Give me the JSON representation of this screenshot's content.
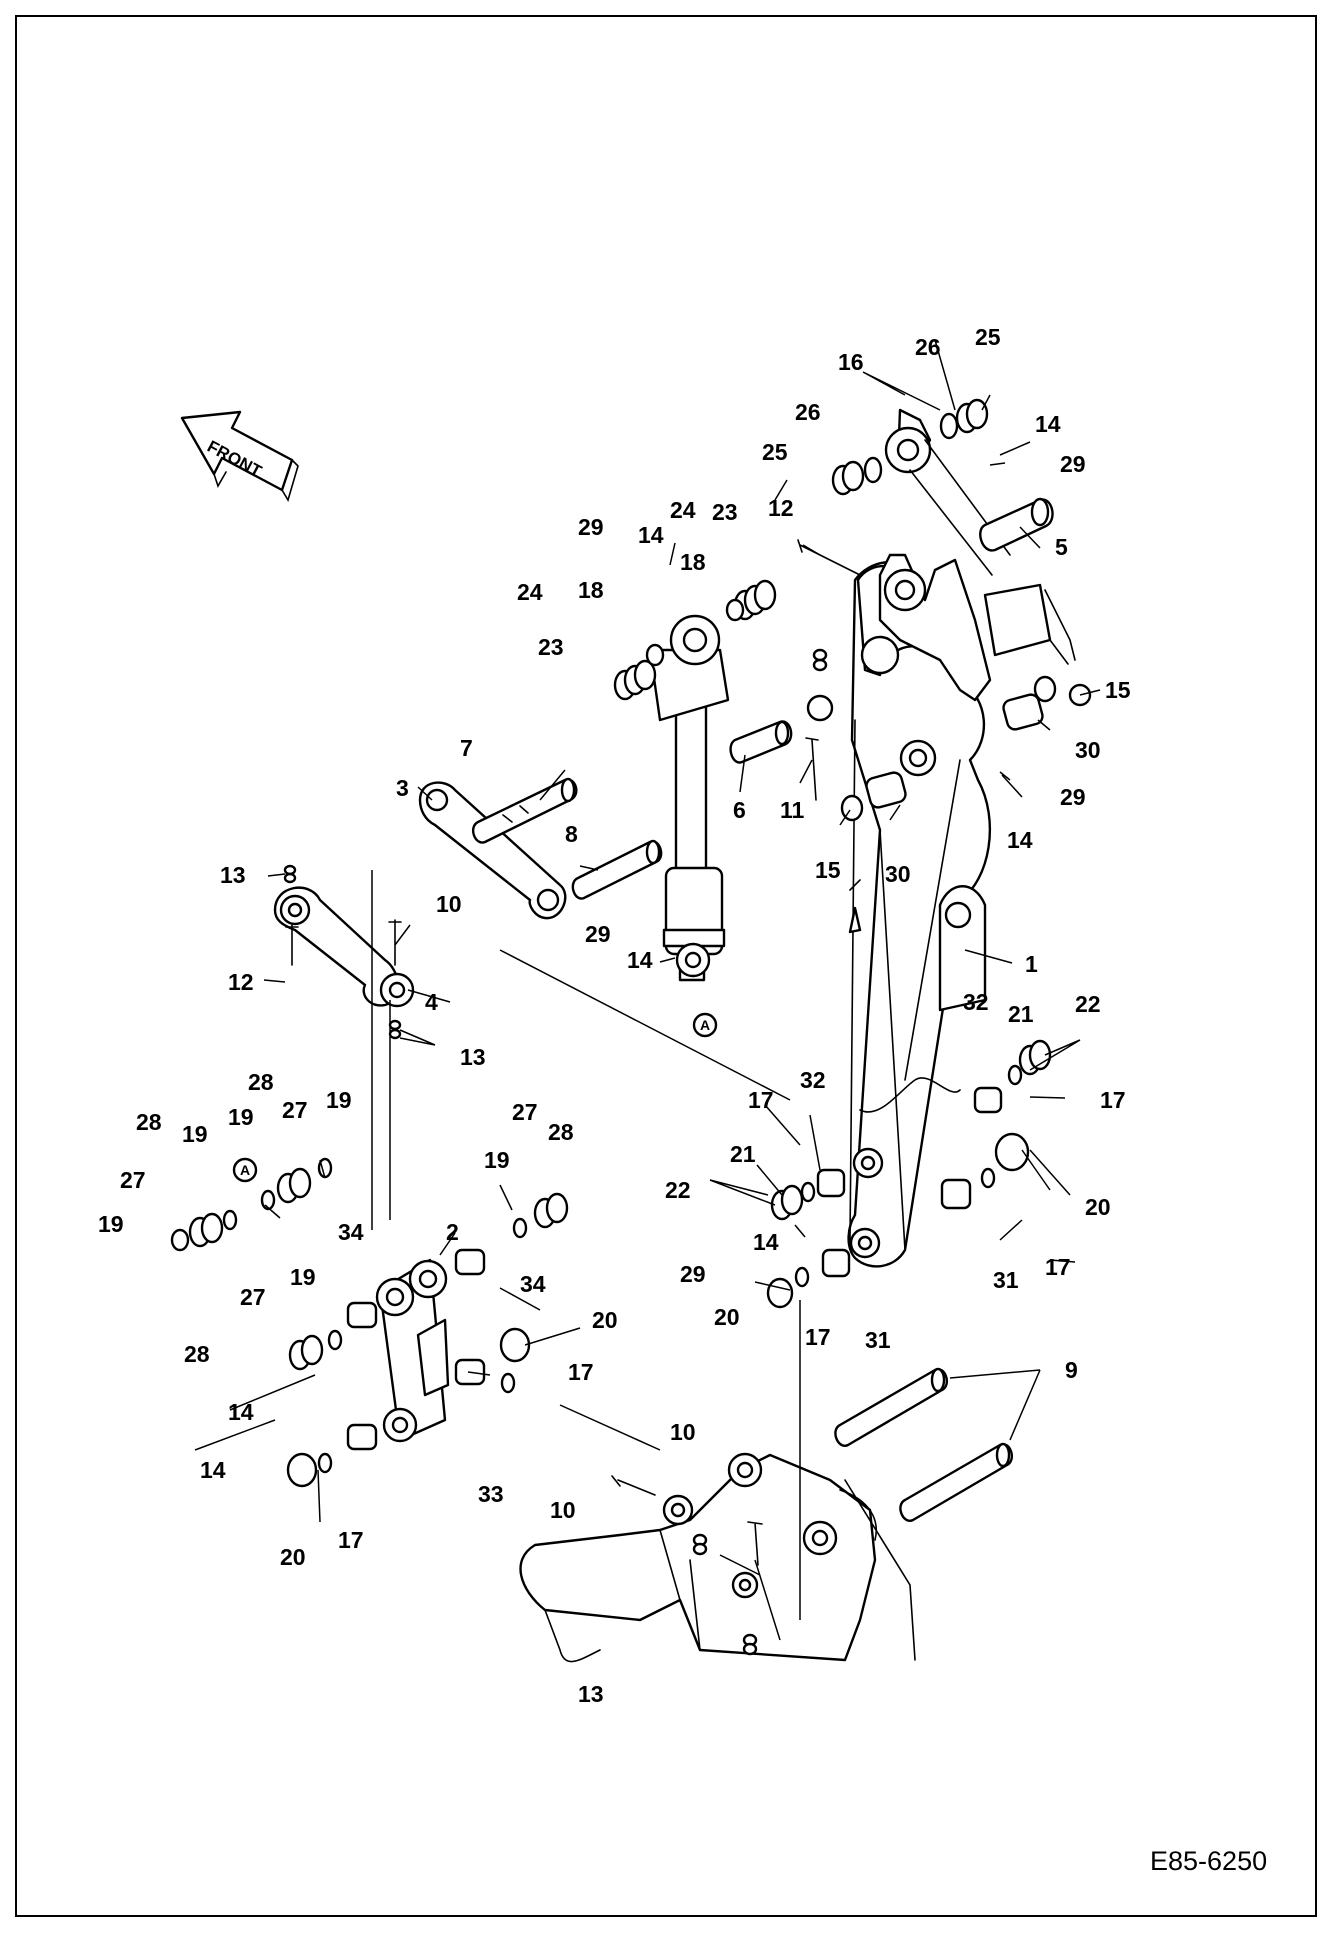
{
  "drawing_code": "E85-6250",
  "direction_marker": {
    "label": "FRONT",
    "icon": "front-arrow-icon"
  },
  "reference_mark": "A",
  "callouts": [
    {
      "id": "c1",
      "label": "1"
    },
    {
      "id": "c2",
      "label": "2"
    },
    {
      "id": "c3",
      "label": "3"
    },
    {
      "id": "c4",
      "label": "4"
    },
    {
      "id": "c5",
      "label": "5"
    },
    {
      "id": "c6",
      "label": "6"
    },
    {
      "id": "c7",
      "label": "7"
    },
    {
      "id": "c8",
      "label": "8"
    },
    {
      "id": "c9",
      "label": "9"
    },
    {
      "id": "c10a",
      "label": "10"
    },
    {
      "id": "c10b",
      "label": "10"
    },
    {
      "id": "c10c",
      "label": "10"
    },
    {
      "id": "c11",
      "label": "11"
    },
    {
      "id": "c12a",
      "label": "12"
    },
    {
      "id": "c12b",
      "label": "12"
    },
    {
      "id": "c13a",
      "label": "13"
    },
    {
      "id": "c13b",
      "label": "13"
    },
    {
      "id": "c13c",
      "label": "13"
    },
    {
      "id": "c14a",
      "label": "14"
    },
    {
      "id": "c14b",
      "label": "14"
    },
    {
      "id": "c14c",
      "label": "14"
    },
    {
      "id": "c14d",
      "label": "14"
    },
    {
      "id": "c14e",
      "label": "14"
    },
    {
      "id": "c14f",
      "label": "14"
    },
    {
      "id": "c14g",
      "label": "14"
    },
    {
      "id": "c15a",
      "label": "15"
    },
    {
      "id": "c15b",
      "label": "15"
    },
    {
      "id": "c16",
      "label": "16"
    },
    {
      "id": "c17a",
      "label": "17"
    },
    {
      "id": "c17b",
      "label": "17"
    },
    {
      "id": "c17c",
      "label": "17"
    },
    {
      "id": "c17d",
      "label": "17"
    },
    {
      "id": "c17e",
      "label": "17"
    },
    {
      "id": "c17f",
      "label": "17"
    },
    {
      "id": "c18a",
      "label": "18"
    },
    {
      "id": "c18b",
      "label": "18"
    },
    {
      "id": "c19a",
      "label": "19"
    },
    {
      "id": "c19b",
      "label": "19"
    },
    {
      "id": "c19c",
      "label": "19"
    },
    {
      "id": "c19d",
      "label": "19"
    },
    {
      "id": "c19e",
      "label": "19"
    },
    {
      "id": "c19f",
      "label": "19"
    },
    {
      "id": "c20a",
      "label": "20"
    },
    {
      "id": "c20b",
      "label": "20"
    },
    {
      "id": "c20c",
      "label": "20"
    },
    {
      "id": "c20d",
      "label": "20"
    },
    {
      "id": "c21a",
      "label": "21"
    },
    {
      "id": "c21b",
      "label": "21"
    },
    {
      "id": "c22a",
      "label": "22"
    },
    {
      "id": "c22b",
      "label": "22"
    },
    {
      "id": "c23a",
      "label": "23"
    },
    {
      "id": "c23b",
      "label": "23"
    },
    {
      "id": "c24a",
      "label": "24"
    },
    {
      "id": "c24b",
      "label": "24"
    },
    {
      "id": "c25a",
      "label": "25"
    },
    {
      "id": "c25b",
      "label": "25"
    },
    {
      "id": "c26a",
      "label": "26"
    },
    {
      "id": "c26b",
      "label": "26"
    },
    {
      "id": "c27a",
      "label": "27"
    },
    {
      "id": "c27b",
      "label": "27"
    },
    {
      "id": "c27c",
      "label": "27"
    },
    {
      "id": "c27d",
      "label": "27"
    },
    {
      "id": "c28a",
      "label": "28"
    },
    {
      "id": "c28b",
      "label": "28"
    },
    {
      "id": "c28c",
      "label": "28"
    },
    {
      "id": "c28d",
      "label": "28"
    },
    {
      "id": "c29a",
      "label": "29"
    },
    {
      "id": "c29b",
      "label": "29"
    },
    {
      "id": "c29c",
      "label": "29"
    },
    {
      "id": "c29d",
      "label": "29"
    },
    {
      "id": "c29e",
      "label": "29"
    },
    {
      "id": "c30a",
      "label": "30"
    },
    {
      "id": "c30b",
      "label": "30"
    },
    {
      "id": "c31a",
      "label": "31"
    },
    {
      "id": "c31b",
      "label": "31"
    },
    {
      "id": "c32a",
      "label": "32"
    },
    {
      "id": "c32b",
      "label": "32"
    },
    {
      "id": "c33",
      "label": "33"
    },
    {
      "id": "c34a",
      "label": "34"
    },
    {
      "id": "c34b",
      "label": "34"
    }
  ]
}
